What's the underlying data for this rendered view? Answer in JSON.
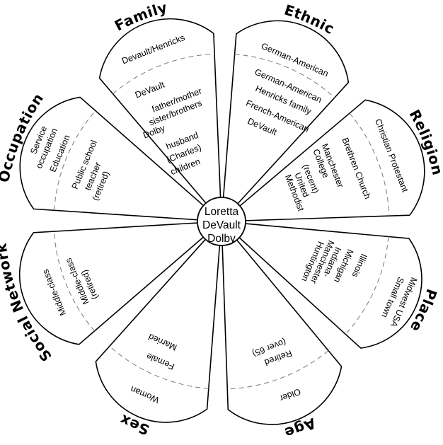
{
  "center": {
    "lines": [
      "Loretta",
      "DeVault",
      "Dolby"
    ]
  },
  "wedges": [
    {
      "label": "Family",
      "outer": [
        "Devault/Henricks"
      ],
      "inner": [
        "DeVault",
        "father/mother",
        "sister/brothers",
        "Dolby",
        "husband",
        "(Charles)",
        "children"
      ]
    },
    {
      "label": "Ethnic",
      "outer": [
        "German-American"
      ],
      "inner": [
        "German-American",
        "Henricks family",
        "French-American",
        "DeVault"
      ]
    },
    {
      "label": "Religion",
      "outer": [
        "Christian Protestant"
      ],
      "inner": [
        "Brethren Church",
        "Manchester",
        "College",
        "(recent)",
        "United",
        "Methodist"
      ]
    },
    {
      "label": "Place",
      "outer": [
        "Midwest USA",
        "Small town"
      ],
      "inner": [
        "Illinois",
        "Michigan",
        "Indiana-",
        "Manchester",
        "Huntington"
      ]
    },
    {
      "label": "Age",
      "outer": [
        "Older"
      ],
      "inner": [
        "Retired",
        "(over 65)"
      ]
    },
    {
      "label": "Sex",
      "outer": [
        "Woman"
      ],
      "inner": [
        "Female",
        "Married"
      ]
    },
    {
      "label": "Social Network",
      "outer": [
        "Middle-class"
      ],
      "inner": [
        "Middle-class",
        "(retired)"
      ]
    },
    {
      "label": "Occupation",
      "outer": [
        "Service",
        "occupation",
        "Education"
      ],
      "inner": [
        "Public school",
        "teacher",
        "(retired)"
      ]
    }
  ]
}
